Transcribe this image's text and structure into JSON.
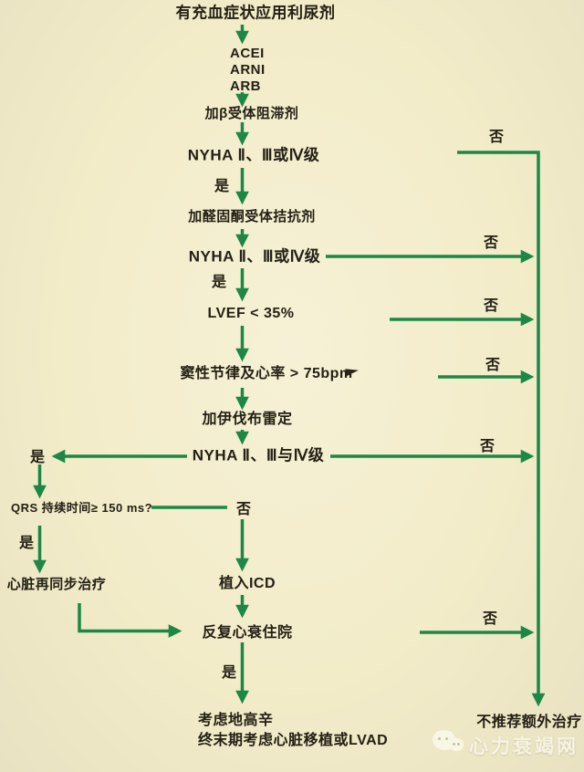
{
  "page": {
    "bg_color": "#f2ecc9",
    "arrow_color": "#1d8745",
    "text_color": "#242014"
  },
  "labels": {
    "yes": "是",
    "no": "否"
  },
  "nodes": {
    "diuretic": "有充血症状应用利尿剂",
    "acei": "ACEI",
    "arni": "ARNI",
    "arb": "ARB",
    "beta_blocker": "加β受体阻滞剂",
    "nyha1": "NYHA Ⅱ、Ⅲ或Ⅳ级",
    "mra": "加醛固酮受体拮抗剂",
    "nyha2": "NYHA Ⅱ、Ⅲ或Ⅳ级",
    "lvef": "LVEF < 35%",
    "sinus_rhythm": "窦性节律及心率 > 75bpm",
    "ivabradine": "加伊伐布雷定",
    "nyha3": "NYHA Ⅱ、Ⅲ与Ⅳ级",
    "qrs": "QRS 持续时间≥ 150 ms?",
    "crt": "心脏再同步治疗",
    "icd": "植入ICD",
    "rehospitalization": "反复心衰住院",
    "digoxin": "考虑地高辛",
    "end_stage": "终末期考虑心脏移植或LVAD",
    "no_additional": "不推荐额外治疗"
  },
  "watermark": {
    "text": "心力衰竭网"
  }
}
